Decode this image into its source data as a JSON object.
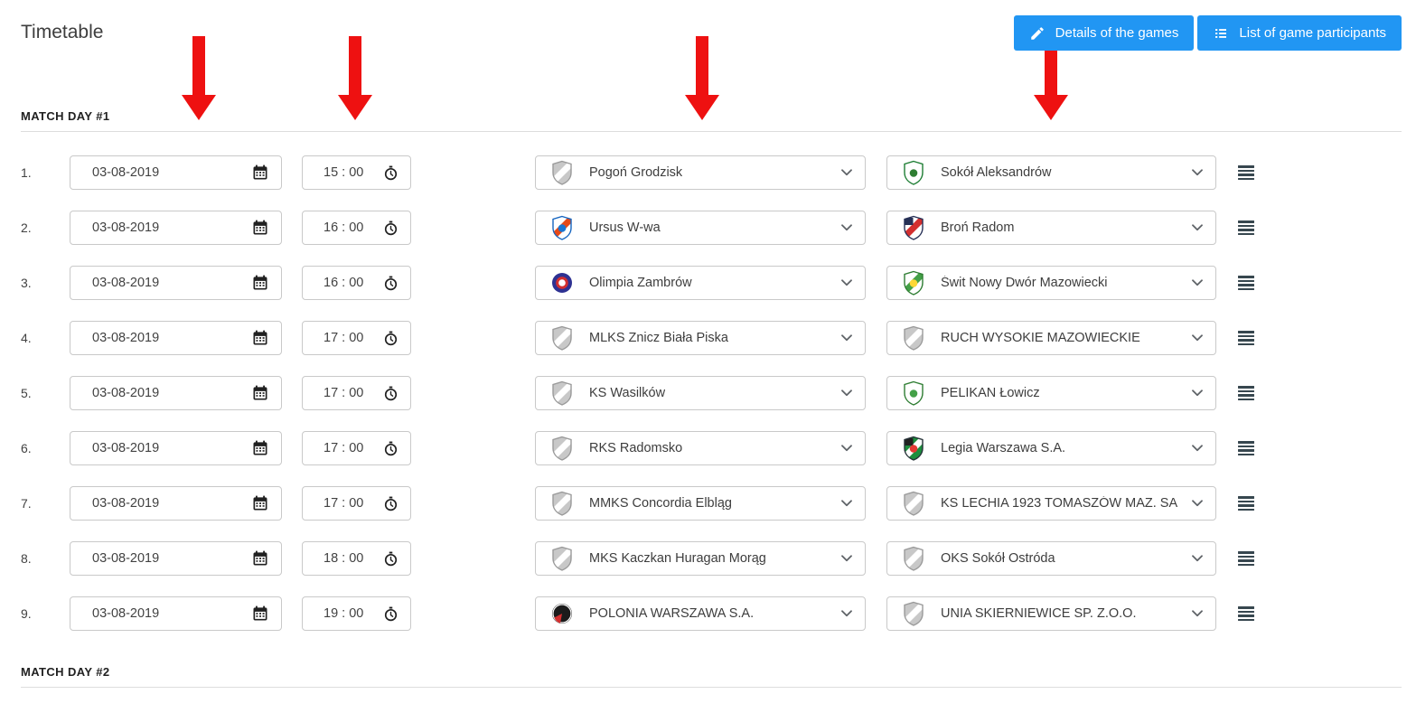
{
  "page": {
    "title": "Timetable"
  },
  "toolbar": {
    "details_button": "Details of the games",
    "participants_button": "List of game participants",
    "accent_color": "#2196f3"
  },
  "annotations": {
    "arrow_color": "#ee1111"
  },
  "sections": [
    {
      "label": "MATCH DAY #1",
      "rows": [
        {
          "index": "1.",
          "date": "03-08-2019",
          "time": "15 : 00",
          "home": {
            "name": "Pogoń Grodzisk",
            "logo": {
              "shape": "shield",
              "fill": "#c8c8c8",
              "stripe": "#ffffff",
              "border": "#9a9a9a"
            }
          },
          "away": {
            "name": "Sokół Aleksandrów",
            "logo": {
              "shape": "shield",
              "fill": "#ffffff",
              "border": "#1e7e34",
              "accent": "#2e7d32"
            }
          }
        },
        {
          "index": "2.",
          "date": "03-08-2019",
          "time": "16 : 00",
          "home": {
            "name": "Ursus W-wa",
            "logo": {
              "shape": "shield",
              "fill": "#ffffff",
              "border": "#1565c0",
              "stripe": "#e64a19",
              "accent": "#1976d2"
            }
          },
          "away": {
            "name": "Broń Radom",
            "logo": {
              "shape": "shield",
              "fill": "#ffffff",
              "border": "#263056",
              "stripe": "#d32f2f",
              "canton": "#263056"
            }
          }
        },
        {
          "index": "3.",
          "date": "03-08-2019",
          "time": "16 : 00",
          "home": {
            "name": "Olimpia Zambrów",
            "logo": {
              "shape": "circle",
              "fill": "#2e3192",
              "ring": "#d32f2f",
              "center": "#ffffff"
            }
          },
          "away": {
            "name": "Świt Nowy Dwór Mazowiecki",
            "logo": {
              "shape": "shield",
              "fill": "#ffffff",
              "border": "#2e7d32",
              "stripe": "#43a047",
              "accent": "#fdd835"
            }
          }
        },
        {
          "index": "4.",
          "date": "03-08-2019",
          "time": "17 : 00",
          "home": {
            "name": "MLKS Znicz Biała Piska",
            "logo": {
              "shape": "shield",
              "fill": "#c8c8c8",
              "stripe": "#ffffff",
              "border": "#9a9a9a"
            }
          },
          "away": {
            "name": "RUCH WYSOKIE MAZOWIECKIE",
            "logo": {
              "shape": "shield",
              "fill": "#c8c8c8",
              "stripe": "#ffffff",
              "border": "#9a9a9a"
            }
          }
        },
        {
          "index": "5.",
          "date": "03-08-2019",
          "time": "17 : 00",
          "home": {
            "name": "KS Wasilków",
            "logo": {
              "shape": "shield",
              "fill": "#c8c8c8",
              "stripe": "#ffffff",
              "border": "#9a9a9a"
            }
          },
          "away": {
            "name": "PELIKAN Łowicz",
            "logo": {
              "shape": "shield",
              "fill": "#ffffff",
              "border": "#2e7d32",
              "accent": "#43a047"
            }
          }
        },
        {
          "index": "6.",
          "date": "03-08-2019",
          "time": "17 : 00",
          "home": {
            "name": "RKS Radomsko",
            "logo": {
              "shape": "shield",
              "fill": "#c8c8c8",
              "stripe": "#ffffff",
              "border": "#9a9a9a"
            }
          },
          "away": {
            "name": "Legia Warszawa S.A.",
            "logo": {
              "shape": "shield",
              "fill": "#1e8e3e",
              "border": "#263238",
              "stripe": "#ffffff",
              "canton": "#212121",
              "accent": "#e53935"
            }
          }
        },
        {
          "index": "7.",
          "date": "03-08-2019",
          "time": "17 : 00",
          "home": {
            "name": "MMKS Concordia Elbląg",
            "logo": {
              "shape": "shield",
              "fill": "#c8c8c8",
              "stripe": "#ffffff",
              "border": "#9a9a9a"
            }
          },
          "away": {
            "name": "KS LECHIA 1923 TOMASZÓW MAZ. SA",
            "logo": {
              "shape": "shield",
              "fill": "#c8c8c8",
              "stripe": "#ffffff",
              "border": "#9a9a9a"
            }
          }
        },
        {
          "index": "8.",
          "date": "03-08-2019",
          "time": "18 : 00",
          "home": {
            "name": "MKS Kaczkan Huragan Morąg",
            "logo": {
              "shape": "shield",
              "fill": "#c8c8c8",
              "stripe": "#ffffff",
              "border": "#9a9a9a"
            }
          },
          "away": {
            "name": "OKS Sokół Ostróda",
            "logo": {
              "shape": "shield",
              "fill": "#c8c8c8",
              "stripe": "#ffffff",
              "border": "#9a9a9a"
            }
          }
        },
        {
          "index": "9.",
          "date": "03-08-2019",
          "time": "19 : 00",
          "home": {
            "name": "POLONIA WARSZAWA S.A.",
            "logo": {
              "shape": "circle",
              "fill": "#1b1b1b",
              "ring": "#ffffff",
              "accent": "#d32f2f"
            }
          },
          "away": {
            "name": "UNIA SKIERNIEWICE SP. Z.O.O.",
            "logo": {
              "shape": "shield",
              "fill": "#c8c8c8",
              "stripe": "#ffffff",
              "border": "#9a9a9a"
            }
          }
        }
      ]
    },
    {
      "label": "MATCH DAY #2",
      "rows": []
    }
  ]
}
